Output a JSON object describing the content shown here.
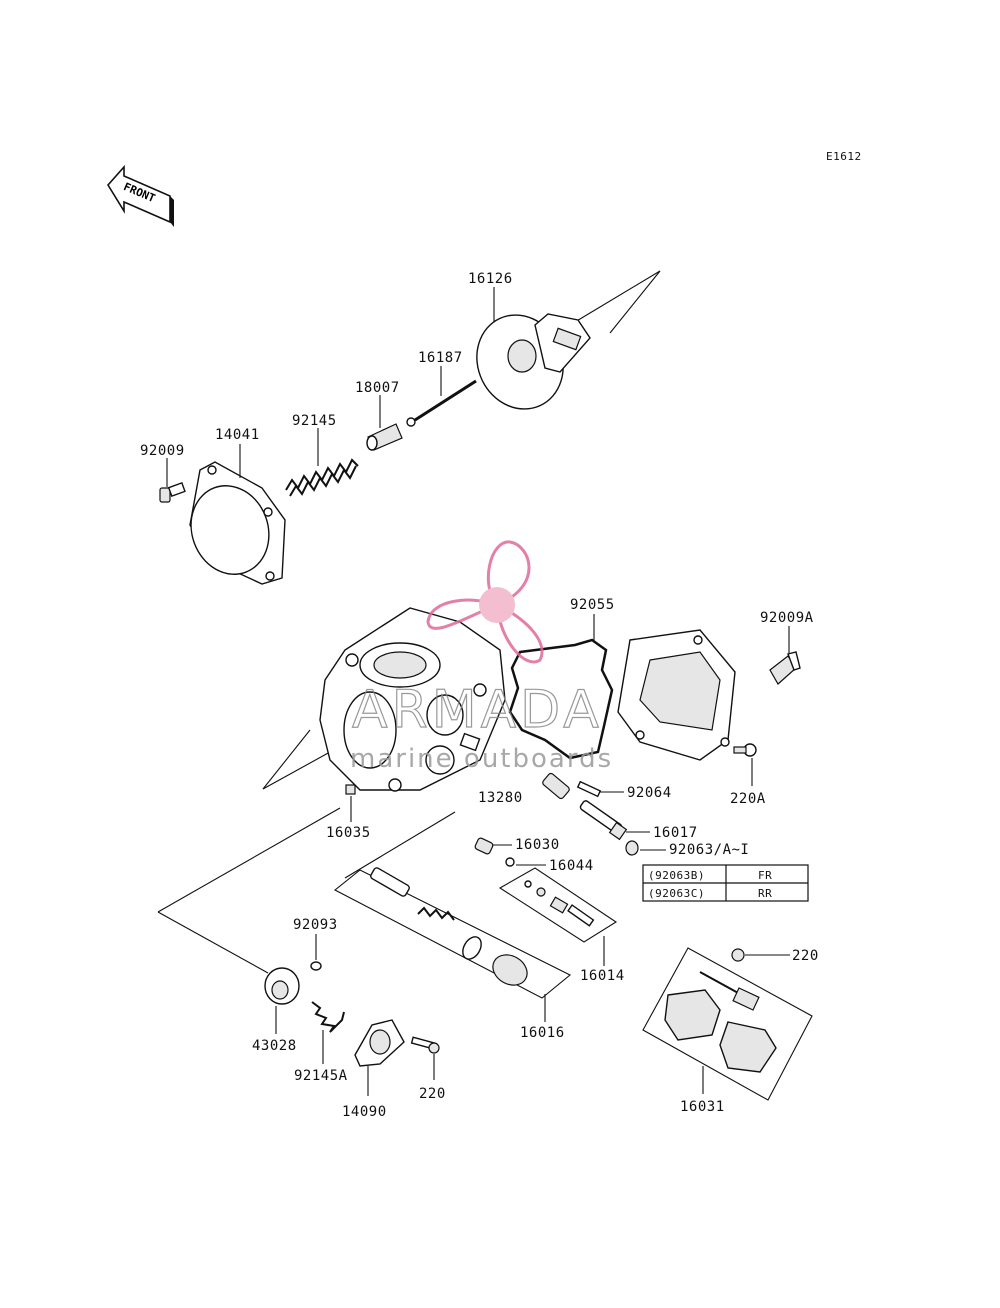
{
  "diagram_code": "E1612",
  "front_label": "FRONT",
  "watermark": {
    "brand": "ARMADA",
    "tagline": "marine outboards"
  },
  "parts": {
    "p16126": "16126",
    "p16187": "16187",
    "p18007": "18007",
    "p92145": "92145",
    "p14041": "14041",
    "p92009": "92009",
    "p92055": "92055",
    "p92009A": "92009A",
    "p220A": "220A",
    "p13280": "13280",
    "p92064": "92064",
    "p16017": "16017",
    "p92063": "92063/A~I",
    "p16030": "16030",
    "p16044": "16044",
    "p16035": "16035",
    "p16014": "16014",
    "p220_right": "220",
    "p92093": "92093",
    "p43028": "43028",
    "p92145A": "92145A",
    "p14090": "14090",
    "p220_bottom": "220",
    "p16016": "16016",
    "p16031": "16031"
  },
  "variant_table": [
    {
      "part": "(92063B)",
      "position": "FR"
    },
    {
      "part": "(92063C)",
      "position": "RR"
    }
  ]
}
